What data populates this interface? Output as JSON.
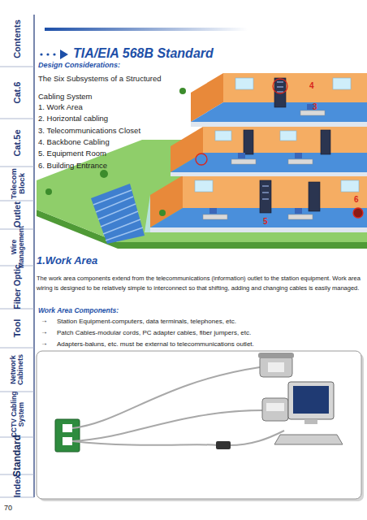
{
  "diagram": {
    "title": "TIA/EIA 568B Standard",
    "labels": [
      "Contents",
      "Cat.6",
      "Cat.5e",
      "Telecom Block",
      "Outlet",
      "Wire Management",
      "Fiber Optic",
      "Tool",
      "Network Cabinets",
      "CCTV Cabling System",
      "Standard",
      "Index",
      "70",
      "Design Considerations:",
      "The Six Subsystems of a Structured Cabling System",
      "1. Work Area",
      "2. Horizontal cabling",
      "3. Telecommunications Closet",
      "4. Backbone Cabling",
      "5. Equipment Room",
      "6. Building Entrance",
      "4",
      "3",
      "6",
      "5",
      "1.Work Area",
      "The work area components extend from the telecommunications (information) outlet to the station equipment. Work area wiring is designed to be relatively simple to interconnect so that shifting, adding and changing cables is easily managed.",
      "Work Area Components:",
      "→",
      "Station Equipment-computers, data terminals, telephones, etc.",
      "→",
      "Patch Cables-modular cords, PC adapter cables, fiber jumpers, etc.",
      "→",
      "Adapters-baluns, etc. must be external to telecommunications outlet."
    ]
  }
}
